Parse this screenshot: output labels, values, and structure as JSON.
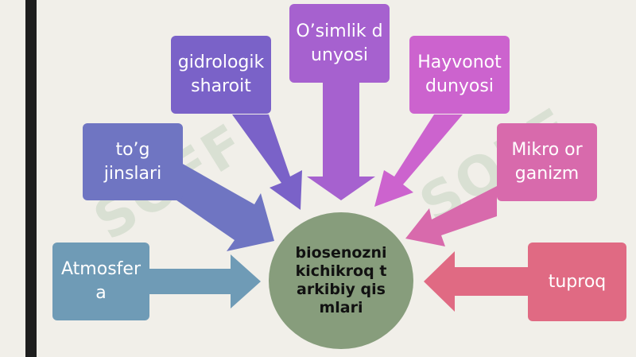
{
  "center": {
    "label": "biosenozni kichikroq tarkibiy qismlari",
    "color": "#879d7c"
  },
  "boxes": [
    {
      "id": "atmosfera",
      "label": "Atmosfera",
      "color": "#6f9bb6"
    },
    {
      "id": "tog-jinslari",
      "label": "to’g jinslari",
      "color": "#6f75c2"
    },
    {
      "id": "gidrologik-sharoit",
      "label": "gidrologik sharoit",
      "color": "#7a62c8"
    },
    {
      "id": "osimlik-dunyosi",
      "label": "O’simlik dunyosi",
      "color": "#a661cf"
    },
    {
      "id": "hayvonot-dunyosi",
      "label": "Hayvonot dunyosi",
      "color": "#cc63ce"
    },
    {
      "id": "mikroorganizm",
      "label": "Mikro organizm",
      "color": "#d86aac"
    },
    {
      "id": "tuproq",
      "label": "tuproq",
      "color": "#e06a83"
    }
  ],
  "watermark": {
    "text": "SOFF"
  }
}
